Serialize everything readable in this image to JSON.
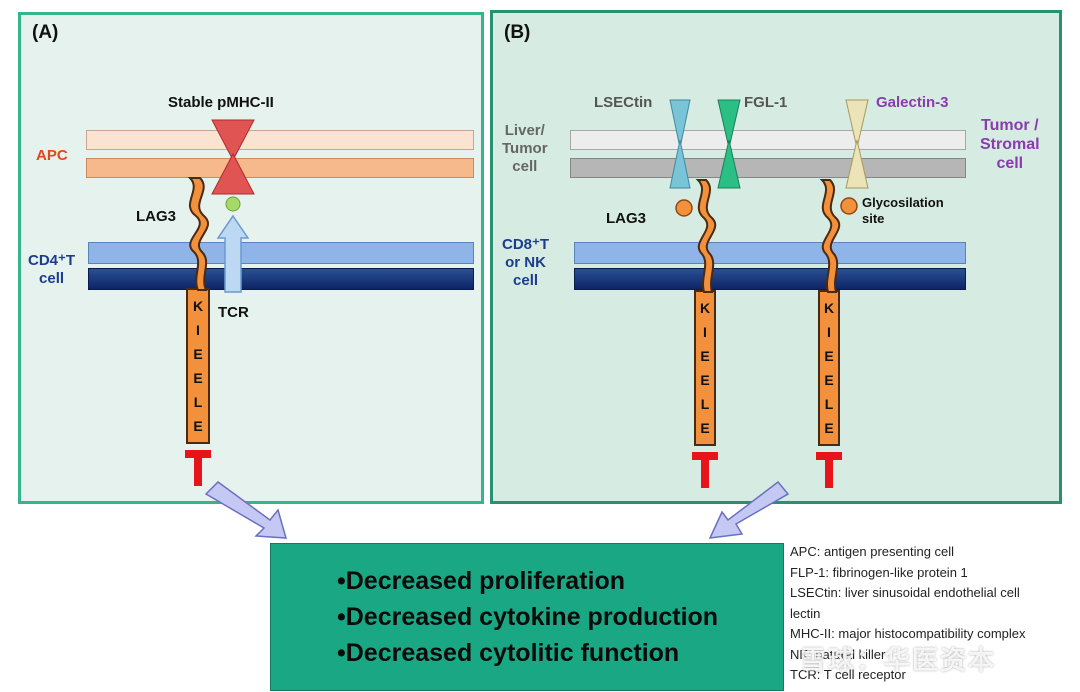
{
  "panel_a": {
    "label": "(A)",
    "stable_pmhc": "Stable pMHC-II",
    "apc": "APC",
    "lag3": "LAG3",
    "cd4_line1": "CD4⁺T",
    "cd4_line2": "cell",
    "tcr": "TCR",
    "kieele": [
      "K",
      "I",
      "E",
      "E",
      "L",
      "E"
    ]
  },
  "panel_b": {
    "label": "(B)",
    "lsectin": "LSECtin",
    "fgl1": "FGL-1",
    "galectin3": "Galectin-3",
    "liver_line1": "Liver/",
    "liver_line2": "Tumor",
    "liver_line3": "cell",
    "tumor_line1": "Tumor /",
    "tumor_line2": "Stromal",
    "tumor_line3": "cell",
    "lag3": "LAG3",
    "glyco_line1": "Glycosilation",
    "glyco_line2": "site",
    "cd8_line1": "CD8⁺T",
    "cd8_line2": "or NK",
    "cd8_line3": "cell",
    "kieele": [
      "K",
      "I",
      "E",
      "E",
      "L",
      "E"
    ]
  },
  "results": [
    "•Decreased proliferation",
    "•Decreased cytokine production",
    "•Decreased cytolitic function"
  ],
  "legend": [
    "APC: antigen presenting cell",
    "FLP-1: fibrinogen-like protein 1",
    "LSECtin: liver sinusoidal endothelial cell",
    "lectin",
    "MHC-II: major histocompatibility complex",
    "NK: natural killer",
    "TCR: T cell receptor"
  ],
  "watermark": "雪球：华医资本",
  "colors": {
    "panel_a_border": "#36b58d",
    "panel_b_border": "#2a9070",
    "result_box": "#1aa884",
    "apc_label": "#e8441c",
    "cell_label": "#1c3c8c",
    "galectin_label": "#8a3bb0",
    "lag3_tail": "#f2903c",
    "inhibitory_t": "#e8141c"
  }
}
